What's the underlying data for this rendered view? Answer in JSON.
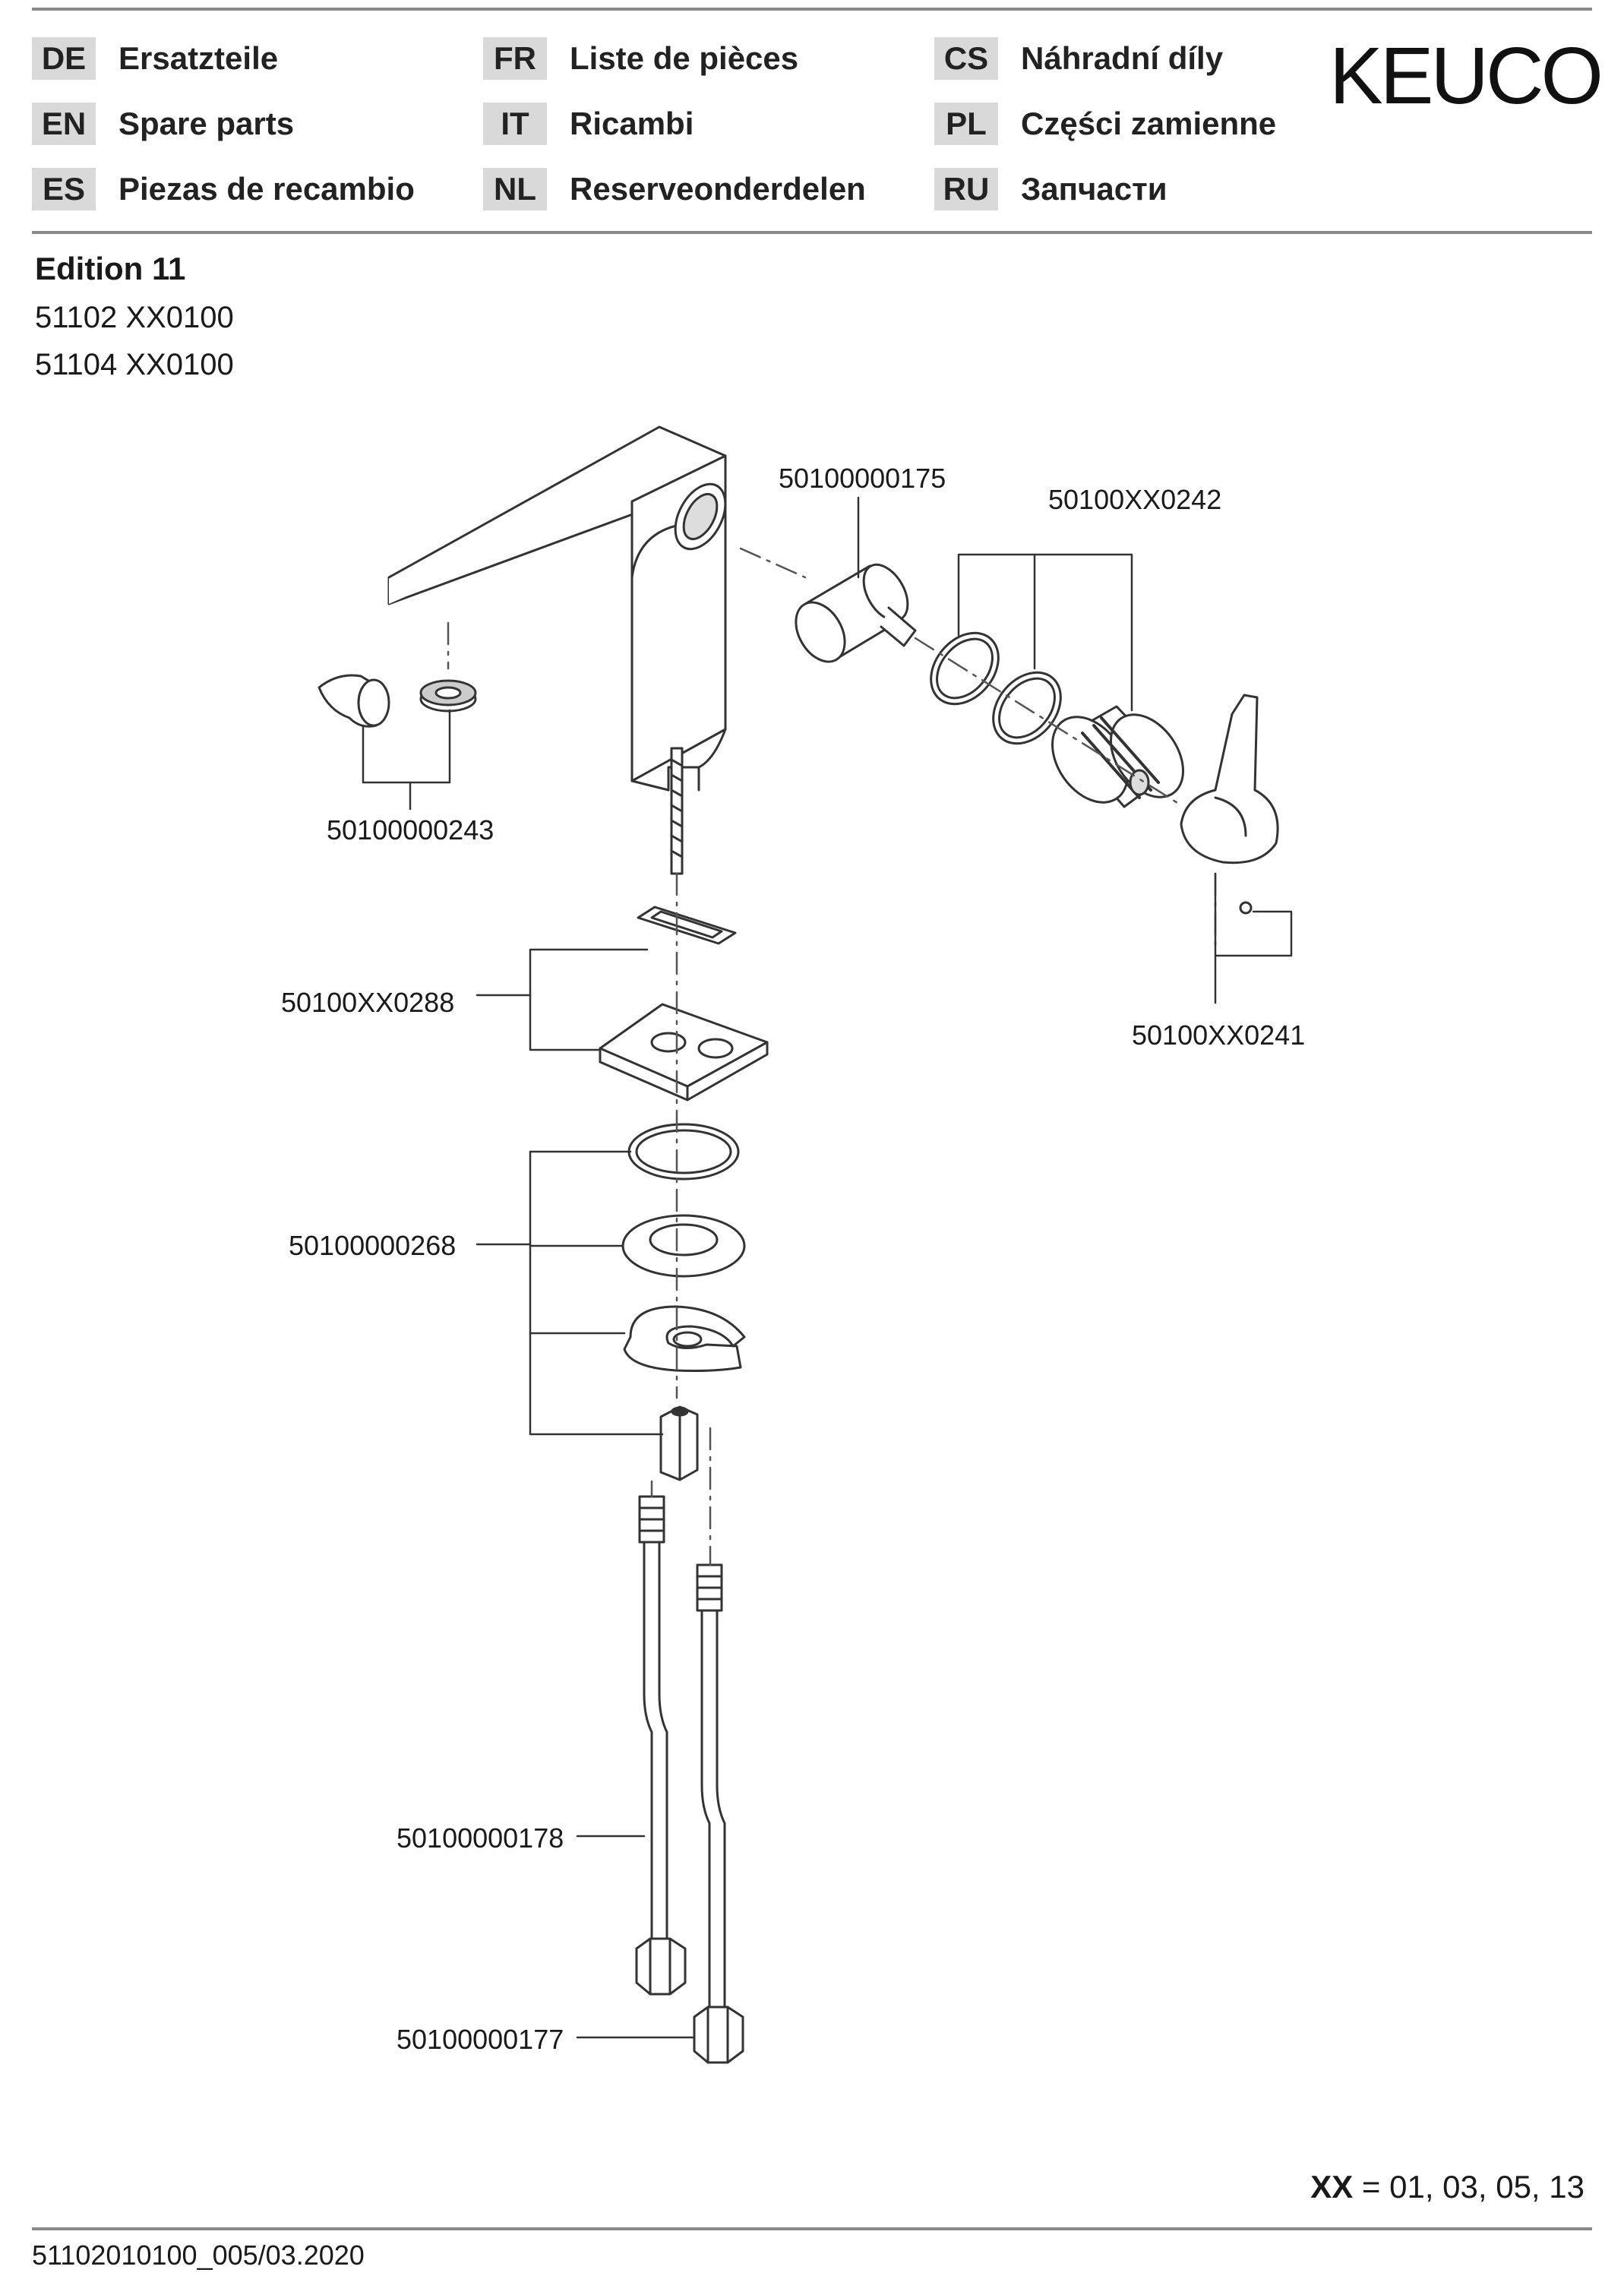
{
  "languages": [
    {
      "code": "DE",
      "name": "Ersatzteile"
    },
    {
      "code": "EN",
      "name": "Spare parts"
    },
    {
      "code": "ES",
      "name": "Piezas de recambio"
    },
    {
      "code": "FR",
      "name": "Liste de pièces"
    },
    {
      "code": "IT",
      "name": "Ricambi"
    },
    {
      "code": "NL",
      "name": "Reserveonderdelen"
    },
    {
      "code": "CS",
      "name": "Náhradní díly"
    },
    {
      "code": "PL",
      "name": "Części zamienne"
    },
    {
      "code": "RU",
      "name": "Запчасти"
    }
  ],
  "brand": "KEUCO",
  "product": {
    "edition": "Edition 11",
    "models": [
      "51102 XX0100",
      "51104 XX0100"
    ]
  },
  "parts": [
    {
      "number": "50100000175"
    },
    {
      "number": "50100XX0242"
    },
    {
      "number": "50100000243"
    },
    {
      "number": "50100XX0241"
    },
    {
      "number": "50100XX0288"
    },
    {
      "number": "50100000268"
    },
    {
      "number": "50100000178"
    },
    {
      "number": "50100000177"
    }
  ],
  "variant_note": {
    "key": "XX",
    "equals": "=",
    "values": "01, 03, 05, 13"
  },
  "document_number": "51102010100_005/03.2020"
}
